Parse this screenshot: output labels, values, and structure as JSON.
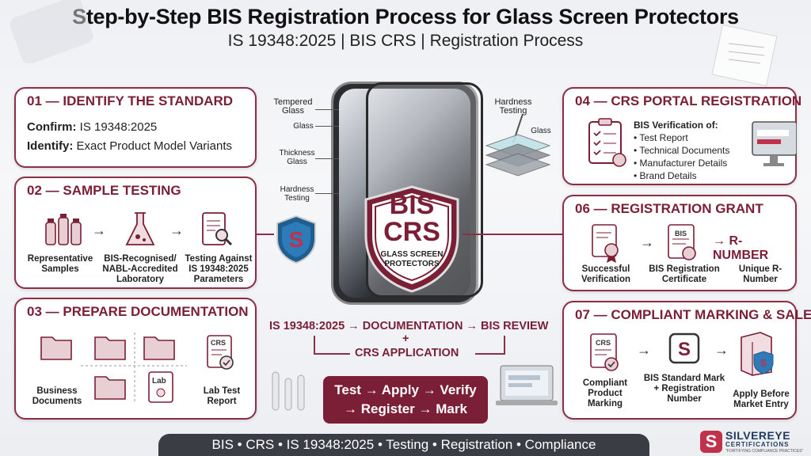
{
  "header": {
    "title": "Step-by-Step BIS Registration Process for Glass Screen Protectors",
    "subtitle": "IS 19348:2025 | BIS CRS | Registration Process"
  },
  "step01": {
    "title": "01 — IDENTIFY THE STANDARD",
    "confirm_label": "Confirm:",
    "confirm_value": " IS 19348:2025",
    "identify_label": "Identify:",
    "identify_value": " Exact Product Model Variants"
  },
  "step02": {
    "title": "02 — SAMPLE TESTING",
    "items": [
      "Representative Samples",
      "BIS-Recognised/ NABL-Accredited Laboratory",
      "Testing Against IS 19348:2025 Parameters"
    ]
  },
  "step03": {
    "title": "03 — PREPARE DOCUMENTATION",
    "business_docs": "Business Documents",
    "lab_report": "Lab Test Report",
    "crs_tag": "CRS",
    "lab_tag": "Lab"
  },
  "step04": {
    "title": "04 — CRS PORTAL REGISTRATION",
    "verification_heading": "BIS Verification of:",
    "bullets": [
      "• Test Report",
      "• Technical Documents",
      "• Manufacturer Details",
      "• Brand Details"
    ]
  },
  "step06": {
    "title": "06 — REGISTRATION GRANT",
    "items": [
      "Successful Verification",
      "BIS Registration Certificate",
      "Unique R-Number"
    ],
    "bis_tag": "BIS",
    "rnumber": "→ R-NUMBER"
  },
  "step07": {
    "title": "07 — COMPLIANT MARKING & SALE",
    "items": [
      "Compliant Product Marking",
      "BIS Standard Mark + Registration Number",
      "Apply Before Market Entry"
    ],
    "crs_tag": "CRS"
  },
  "center": {
    "shield_line1": "BIS",
    "shield_line2": "CRS",
    "shield_sub": "GLASS SCREEN PROTECTORS",
    "labels": {
      "tempered": "Tempered Glass",
      "glass": "Glass",
      "thickness": "Thickness Glass",
      "hardness_left": "Hardness Testing",
      "hardness_right": "Hardness Testing",
      "glass_right": "Glass"
    }
  },
  "flow": {
    "line1": "IS 19348:2025 → DOCUMENTATION → BIS REVIEW",
    "plus": "+",
    "line2": "CRS APPLICATION",
    "summary_line1": "Test → Apply → Verify",
    "summary_line2": "→ Register → Mark"
  },
  "footer": {
    "bar": "BIS  •  CRS  •  IS 19348:2025  •  Testing  •  Registration  •  Compliance",
    "logo_s": "S",
    "brand_name": "SILVEREYE",
    "brand_sub": "CERTIFICATIONS",
    "tagline": "\"FORTIFYING COMPLIANCE PRACTICES\""
  },
  "colors": {
    "accent": "#7a1f35",
    "border": "#8a2f45",
    "bar": "#3a3d44"
  }
}
